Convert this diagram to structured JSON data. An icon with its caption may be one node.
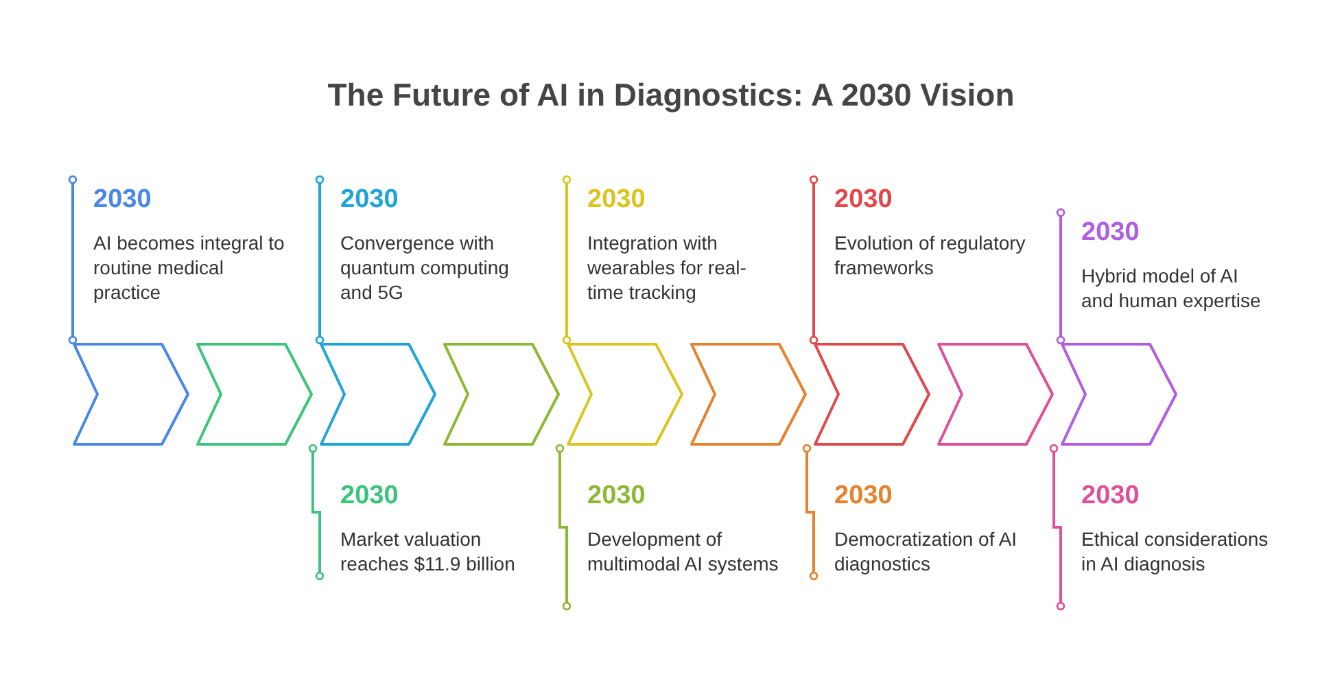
{
  "diagram": {
    "title": "The Future of AI in Diagnostics: A 2030 Vision",
    "nodes": [
      {
        "text": [
          "2030",
          "AI becomes integral to routine medical practice"
        ]
      },
      {
        "text": [
          "2030",
          "Market valuation reaches $11.9 billion"
        ]
      },
      {
        "text": [
          "2030",
          "Convergence with quantum computing and 5G"
        ]
      },
      {
        "text": [
          "2030",
          "Development of multimodal AI systems"
        ]
      },
      {
        "text": [
          "2030",
          "Integration with wearables for real-time tracking"
        ]
      },
      {
        "text": [
          "2030",
          "Democratization of AI diagnostics"
        ]
      },
      {
        "text": [
          "2030",
          "Evolution of regulatory frameworks"
        ]
      },
      {
        "text": [
          "2030",
          "Ethical considerations in AI diagnosis"
        ]
      },
      {
        "text": [
          "2030",
          "Hybrid model of AI and human expertise"
        ]
      },
      {
        "text": [],
        "shape": "chevron"
      },
      {
        "text": [],
        "shape": "chevron"
      },
      {
        "text": [],
        "shape": "chevron"
      },
      {
        "text": [],
        "shape": "chevron"
      },
      {
        "text": [],
        "shape": "chevron"
      },
      {
        "text": [],
        "shape": "chevron"
      },
      {
        "text": [],
        "shape": "chevron"
      },
      {
        "text": [],
        "shape": "chevron"
      },
      {
        "text": [],
        "shape": "chevron"
      }
    ],
    "edges": [
      {
        "from": 0,
        "to": 9,
        "arrow": "other",
        "color": "#4a86e8"
      },
      {
        "from": 1,
        "to": 10,
        "arrow": "other",
        "color": "#3cc47c"
      },
      {
        "from": 2,
        "to": 11,
        "arrow": "other",
        "color": "#1ea5d8"
      },
      {
        "from": 3,
        "to": 12,
        "arrow": "other",
        "color": "#8cb833"
      },
      {
        "from": 4,
        "to": 13,
        "arrow": "other",
        "color": "#dcc41e"
      },
      {
        "from": 5,
        "to": 14,
        "arrow": "other",
        "color": "#e6812e"
      },
      {
        "from": 6,
        "to": 15,
        "arrow": "other",
        "color": "#e0494b"
      },
      {
        "from": 7,
        "to": 16,
        "arrow": "other",
        "color": "#df4f9a"
      },
      {
        "from": 8,
        "to": 17,
        "arrow": "other",
        "color": "#b15de0"
      }
    ]
  }
}
